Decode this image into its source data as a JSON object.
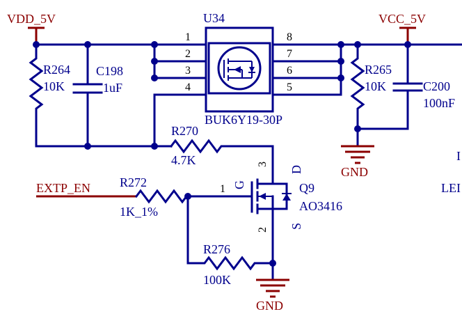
{
  "power": {
    "vdd": "VDD_5V",
    "vcc": "VCC_5V",
    "gnd_right": "GND",
    "gnd_bottom": "GND"
  },
  "ic": {
    "ref": "U34",
    "part": "BUK6Y19-30P",
    "pins": [
      "1",
      "2",
      "3",
      "4",
      "8",
      "7",
      "6",
      "5"
    ]
  },
  "resistors": {
    "r264": {
      "ref": "R264",
      "value": "10K"
    },
    "r265": {
      "ref": "R265",
      "value": "10K"
    },
    "r270": {
      "ref": "R270",
      "value": "4.7K"
    },
    "r272": {
      "ref": "R272",
      "value": "1K_1%"
    },
    "r276": {
      "ref": "R276",
      "value": "100K"
    }
  },
  "capacitors": {
    "c198": {
      "ref": "C198",
      "value": "1uF"
    },
    "c200": {
      "ref": "C200",
      "value": "100nF"
    }
  },
  "mosfet": {
    "ref": "Q9",
    "part": "AO3416",
    "pin_g": "1",
    "pin_d": "3",
    "pin_s": "2",
    "label_g": "G",
    "label_d": "D",
    "label_s": "S"
  },
  "nets": {
    "extp_en": "EXTP_EN",
    "clip_1": "I",
    "clip_2": "LEI"
  },
  "colors": {
    "wire": "#00008c",
    "power_symbol": "#8b0000"
  }
}
